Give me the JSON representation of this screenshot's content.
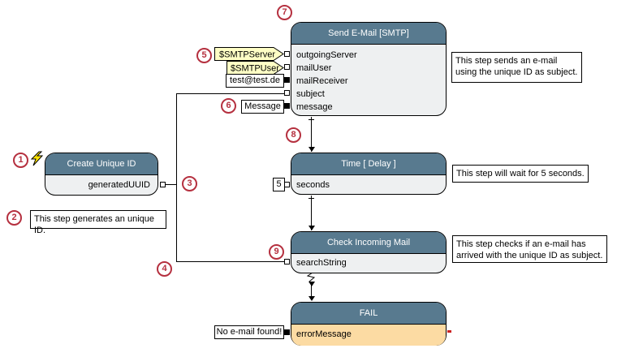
{
  "diagram": {
    "colors": {
      "node_header": "#587a8f",
      "node_body": "#eef0f1",
      "fail_body": "#fcdba3",
      "variable_tag_fill": "#ffffc5",
      "callout_red": "#b5303f",
      "wire": "#000000",
      "background": "#ffffff"
    },
    "nodes": [
      {
        "title": "Create Unique ID",
        "ports": [
          {
            "label": "generatedUUID"
          }
        ]
      },
      {
        "title": "Send E-Mail [SMTP]",
        "ports": [
          {
            "label": "outgoingServer",
            "value": "$SMTPServer"
          },
          {
            "label": "mailUser",
            "value": "$SMTPUser"
          },
          {
            "label": "mailReceiver",
            "value": "test@test.de"
          },
          {
            "label": "subject"
          },
          {
            "label": "message",
            "value": "Message"
          }
        ]
      },
      {
        "title": "Time [ Delay ]",
        "ports": [
          {
            "label": "seconds",
            "value": "5"
          }
        ]
      },
      {
        "title": "Check Incoming Mail",
        "ports": [
          {
            "label": "searchString"
          }
        ]
      },
      {
        "title": "FAIL",
        "ports": [
          {
            "label": "errorMessage",
            "value": "No e-mail found!"
          }
        ]
      }
    ],
    "annotations": [
      {
        "text": "This step generates an unique ID."
      },
      {
        "text": "This step sends an e-mail using the unique ID as subject."
      },
      {
        "text": "This step will wait for 5 seconds."
      },
      {
        "text": "This step checks if an e-mail has arrived with the unique ID as subject."
      }
    ],
    "callouts": [
      "1",
      "2",
      "3",
      "4",
      "5",
      "6",
      "7",
      "8",
      "9"
    ]
  }
}
